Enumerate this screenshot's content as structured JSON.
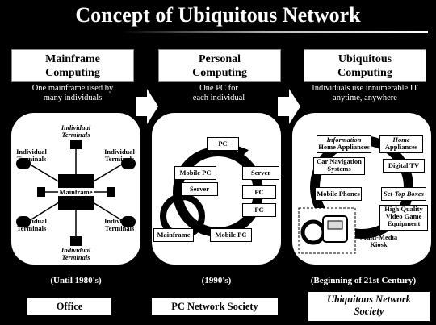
{
  "title": "Concept of Ubiquitous Network",
  "columns": [
    {
      "heading": [
        "Mainframe",
        "Computing"
      ],
      "description": [
        "One mainframe used by",
        "many individuals"
      ],
      "era": "(Until 1980's)",
      "society": "Office"
    },
    {
      "heading": [
        "Personal",
        "Computing"
      ],
      "description": [
        "One PC for",
        "each individual"
      ],
      "era": "(1990's)",
      "society": "PC Network Society"
    },
    {
      "heading": [
        "Ubiquitous",
        "Computing"
      ],
      "description": [
        "Individuals use innumerable IT",
        "anytime, anywhere"
      ],
      "era": "(Beginning of 21st Century)",
      "society": [
        "Ubiquitous Network",
        "Society"
      ]
    }
  ],
  "mainframe_diagram": {
    "center_label": "Mainframe",
    "terminal_label": [
      "Individual",
      "Terminals"
    ]
  },
  "pc_diagram": {
    "nodes": [
      "PC",
      "Mobile PC",
      "Server",
      "Server",
      "PC",
      "PC",
      "Mainframe",
      "Mobile PC"
    ]
  },
  "ubiquitous_diagram": {
    "nodes": [
      [
        "Information",
        "Home Appliances"
      ],
      [
        "Home",
        "Appliances"
      ],
      [
        "Car Navigation",
        "Systems"
      ],
      [
        "Digital TV"
      ],
      [
        "Mobile Phones"
      ],
      [
        "Set-Top Boxes"
      ],
      [
        "High Quality",
        "Video Game",
        "Equipment"
      ],
      [
        "Multi-Media",
        "Kiosk"
      ]
    ]
  }
}
